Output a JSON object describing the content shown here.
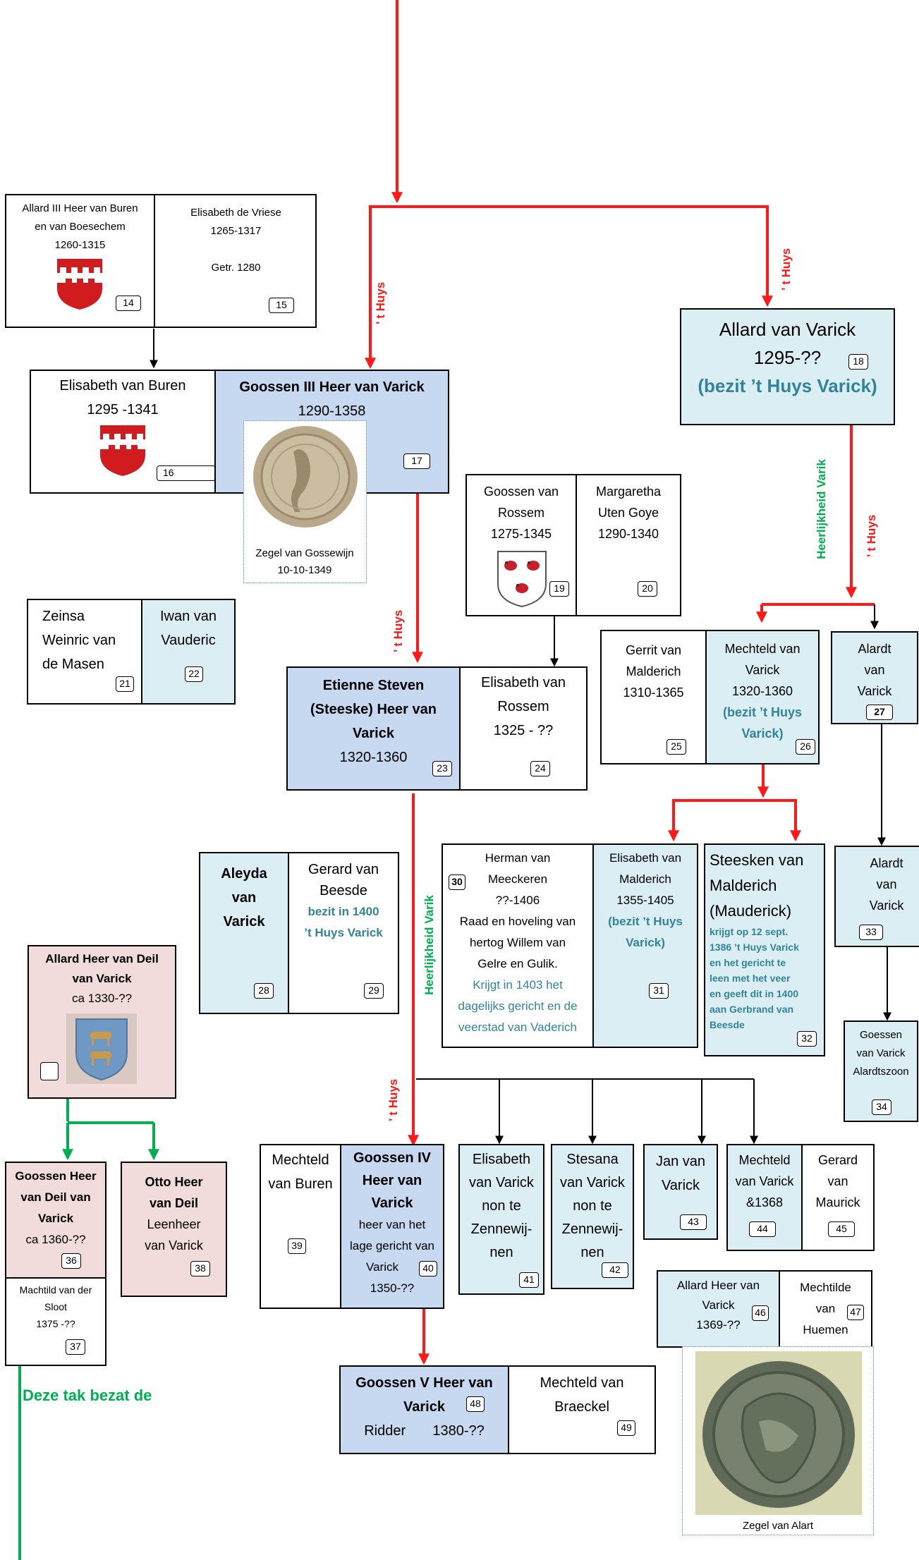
{
  "colors": {
    "red_line": "#ff1a1a",
    "green_line": "#00b050",
    "blue_box": "#c6d9f1",
    "light_blue_box": "#dbeef4",
    "pink_box": "#f2dcdb",
    "teal_text": "#31849b"
  },
  "labels": {
    "t_huys": "’ t Huys",
    "heerlijkheid_varik": "Heerlijkheid Varik",
    "deze_tak": "Deze tak bezat de"
  },
  "p14": {
    "line1": "Allard III Heer van Buren",
    "line2": "en van Boesechem",
    "line3": "1260-1315",
    "num": "14"
  },
  "p15": {
    "line1": "Elisabeth de Vriese",
    "line2": "1265-1317",
    "line3": "Getr. 1280",
    "num": "15"
  },
  "p16": {
    "line1": "Elisabeth van Buren",
    "line2": "1295 -1341",
    "num": "16"
  },
  "p17": {
    "line1": "Goossen III Heer van Varick",
    "line2": "1290-1358",
    "num": "17",
    "seal_caption1": "Zegel van Gossewijn",
    "seal_caption2": "10-10-1349"
  },
  "p18": {
    "line1": "Allard van Varick",
    "line2": "1295-??",
    "line3": "(bezit ’t Huys Varick)",
    "num": "18"
  },
  "p19": {
    "line1": "Goossen van",
    "line2": "Rossem",
    "line3": "1275-1345",
    "num": "19"
  },
  "p20": {
    "line1": "Margaretha",
    "line2": "Uten Goye",
    "line3": "1290-1340",
    "num": "20"
  },
  "p21": {
    "line1": "Zeinsa",
    "line2": "Weinric van",
    "line3": "de Masen",
    "num": "21"
  },
  "p22": {
    "line1": "Iwan van",
    "line2": "Vauderic",
    "num": "22"
  },
  "p23": {
    "line1": "Etienne Steven",
    "line2": "(Steeske) Heer van",
    "line3": "Varick",
    "line4": "1320-1360",
    "num": "23"
  },
  "p24": {
    "line1": "Elisabeth van",
    "line2": "Rossem",
    "line3": "1325 - ??",
    "num": "24"
  },
  "p25": {
    "line1": "Gerrit van",
    "line2": "Malderich",
    "line3": "1310-1365",
    "num": "25"
  },
  "p26": {
    "line1": "Mechteld van",
    "line2": "Varick",
    "line3": "1320-1360",
    "line4": "(bezit ’t Huys",
    "line5": "Varick)",
    "num": "26"
  },
  "p27": {
    "line1": "Alardt",
    "line2": "van",
    "line3": "Varick",
    "num": "27"
  },
  "p28": {
    "line1": "Aleyda",
    "line2": "van",
    "line3": "Varick",
    "num": "28"
  },
  "p29": {
    "line1": "Gerard van",
    "line2": "Beesde",
    "line3": "bezit in 1400",
    "line4": "’t Huys Varick",
    "num": "29"
  },
  "p30": {
    "num": "30",
    "line1": "Herman van",
    "line2": "Meeckeren",
    "line3": "??-1406",
    "line4": "Raad en hoveling van",
    "line5": "hertog Willem van",
    "line6": "Gelre en Gulik.",
    "line7": "Krijgt in 1403 het",
    "line8": "dagelijks gericht en de",
    "line9": "veerstad van Vaderich"
  },
  "p31": {
    "line1": "Elisabeth van",
    "line2": "Malderich",
    "line3": "1355-1405",
    "line4": "(bezit ’t Huys",
    "line5": "Varick)",
    "num": "31"
  },
  "p32": {
    "line1": "Steesken van",
    "line2": "Malderich",
    "line3": "(Mauderick)",
    "line4": "krijgt op 12 sept.",
    "line5": "1386 ’t Huys Varick",
    "line6": "en het gericht te",
    "line7": "leen met het veer",
    "line8": "en geeft dit in 1400",
    "line9": "aan Gerbrand van",
    "line10": "Beesde",
    "num": "32"
  },
  "p33": {
    "line1": "Alardt",
    "line2": "van",
    "line3": "Varick",
    "num": "33"
  },
  "p34": {
    "line1": "Goessen",
    "line2": "van Varick",
    "line3": "Alardtszoon",
    "num": "34"
  },
  "p35": {
    "line1": "Allard Heer van Deil",
    "line2": "van Varick",
    "line3": "ca 1330-??",
    "num": ""
  },
  "p36": {
    "line1": "Goossen Heer",
    "line2": "van Deil van",
    "line3": "Varick",
    "line4": "ca 1360-??",
    "num": "36"
  },
  "p37": {
    "line1": "Machtild van der",
    "line2": "Sloot",
    "line3": "1375 -??",
    "num": "37"
  },
  "p38": {
    "line1": "Otto Heer",
    "line2": "van Deil",
    "line3": "Leenheer",
    "line4": "van Varick",
    "num": "38"
  },
  "p39": {
    "line1": "Mechteld",
    "line2": "van Buren",
    "num": "39"
  },
  "p40": {
    "line1": "Goossen IV",
    "line2": "Heer van",
    "line3": "Varick",
    "line4": "heer van het",
    "line5": "lage gericht van",
    "line6": "Varick",
    "line7": "1350-??",
    "num": "40"
  },
  "p41": {
    "line1": "Elisabeth",
    "line2": "van Varick",
    "line3": "non te",
    "line4": "Zennewij-",
    "line5": "nen",
    "num": "41"
  },
  "p42": {
    "line1": "Stesana",
    "line2": "van Varick",
    "line3": "non te",
    "line4": "Zennewij-",
    "line5": "nen",
    "num": "42"
  },
  "p43": {
    "line1": "Jan van",
    "line2": "Varick",
    "num": "43"
  },
  "p44": {
    "line1": "Mechteld",
    "line2": "van Varick",
    "line3": "&1368",
    "num": "44"
  },
  "p45": {
    "line1": "Gerard",
    "line2": "van",
    "line3": "Maurick",
    "num": "45"
  },
  "p46": {
    "line1": "Allard Heer van",
    "line2": "Varick",
    "line3": "1369-??",
    "num": "46"
  },
  "p47": {
    "line1": "Mechtilde",
    "line2": "van",
    "line3": "Huemen",
    "num": "47",
    "seal_caption": "Zegel van Alart"
  },
  "p48": {
    "line1": "Goossen V Heer van",
    "line2": "Varick",
    "line3": "Ridder",
    "line4": "1380-??",
    "num": "48"
  },
  "p49": {
    "line1": "Mechteld van",
    "line2": "Braeckel",
    "num": "49"
  }
}
